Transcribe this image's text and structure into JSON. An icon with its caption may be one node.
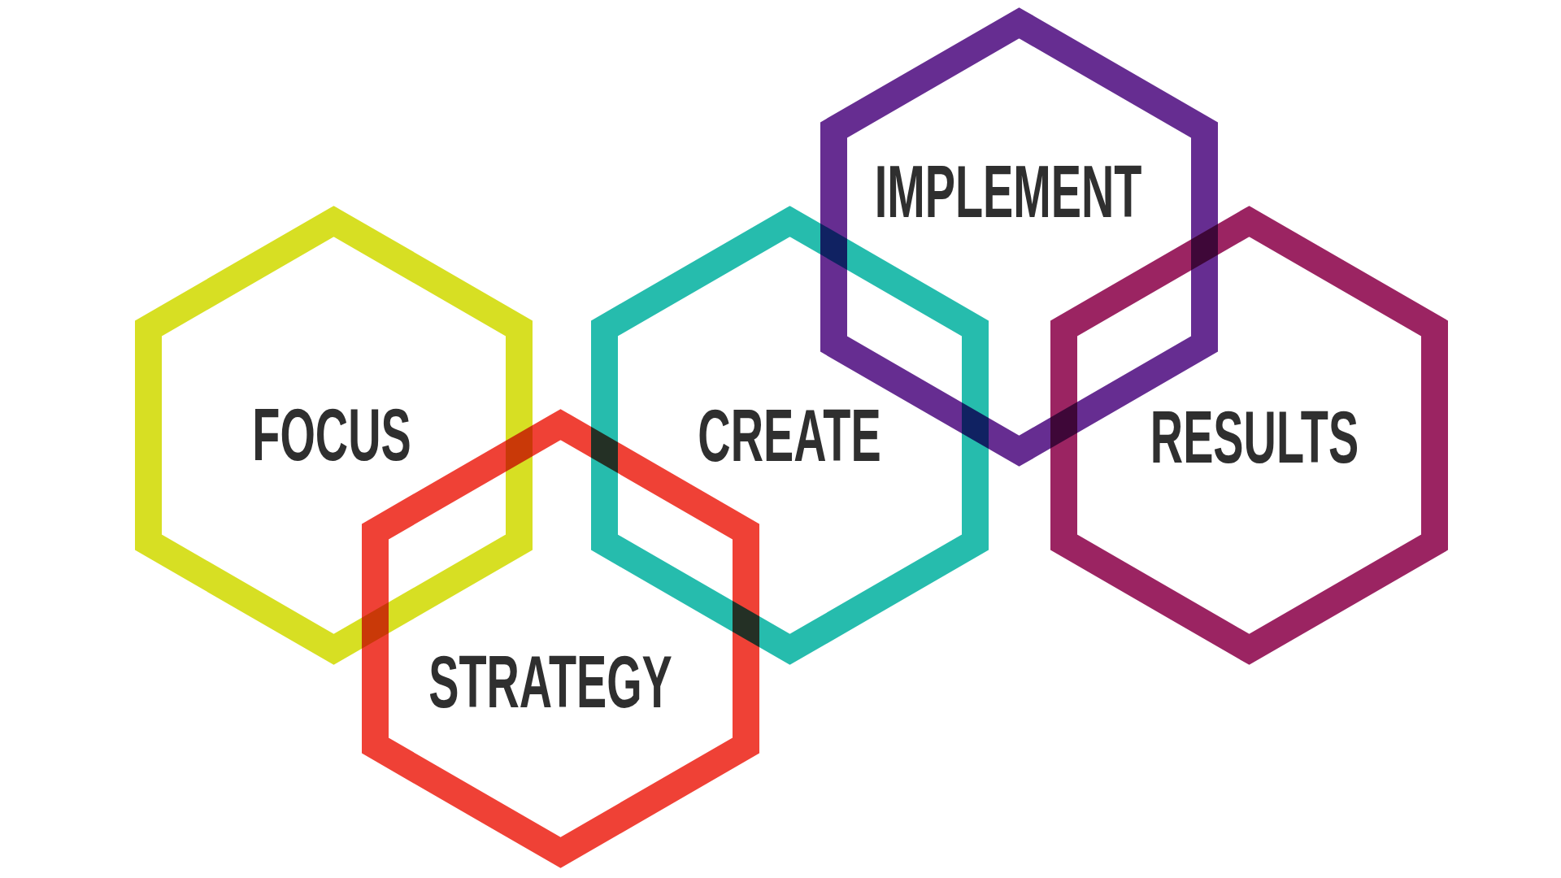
{
  "diagram": {
    "nodes": [
      {
        "text": [
          "FOCUS"
        ]
      },
      {
        "text": [
          "STRATEGY"
        ]
      },
      {
        "text": [
          "CREATE"
        ]
      },
      {
        "text": [
          "IMPLEMENT"
        ]
      },
      {
        "text": [
          "RESULTS"
        ]
      }
    ]
  }
}
